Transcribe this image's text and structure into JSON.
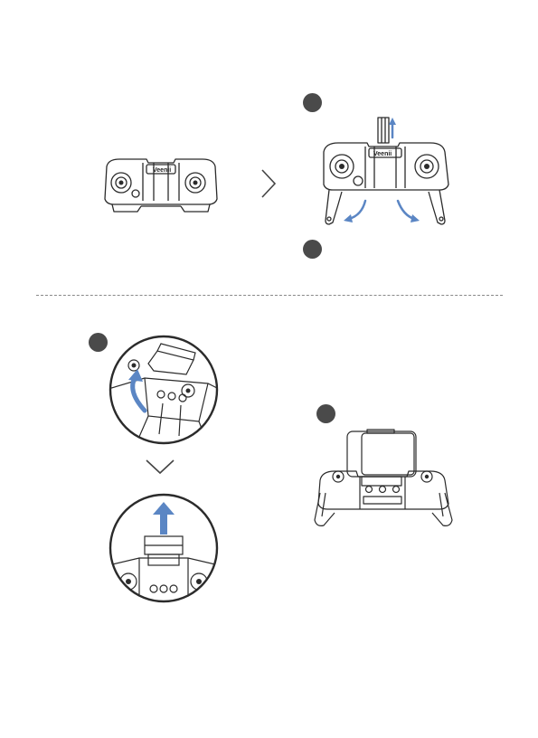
{
  "brand_label": "Veenii",
  "colors": {
    "line": "#2b2b2b",
    "badge": "#4a4a4a",
    "arrow_blue": "#5b86c4",
    "divider": "#888888"
  },
  "steps": [
    {
      "id": "step-1",
      "icon": "step-badge"
    },
    {
      "id": "step-2",
      "icon": "step-badge"
    },
    {
      "id": "step-3",
      "icon": "step-badge"
    },
    {
      "id": "step-4",
      "icon": "step-badge"
    }
  ],
  "arrows": {
    "between_top": "chevron-right-icon",
    "between_left": "chevron-down-icon"
  }
}
